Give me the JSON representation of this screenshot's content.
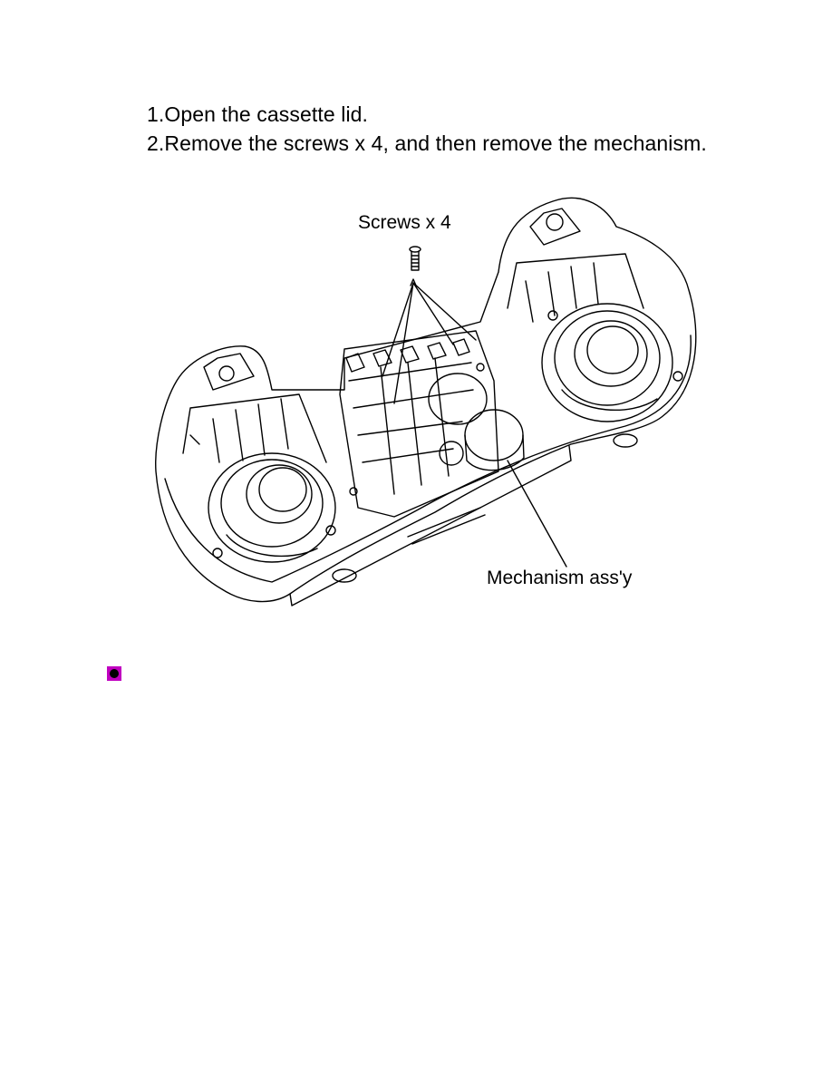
{
  "instructions": {
    "step1": "1.Open the cassette lid.",
    "step2": "2.Remove the screws x 4, and then remove the mechanism."
  },
  "figure": {
    "label_screws": "Screws x 4",
    "label_mechanism": "Mechanism ass'y"
  },
  "bullet": {
    "icon": "round-bullet-icon",
    "border_color": "#c000c0",
    "dot_color": "#000000"
  }
}
